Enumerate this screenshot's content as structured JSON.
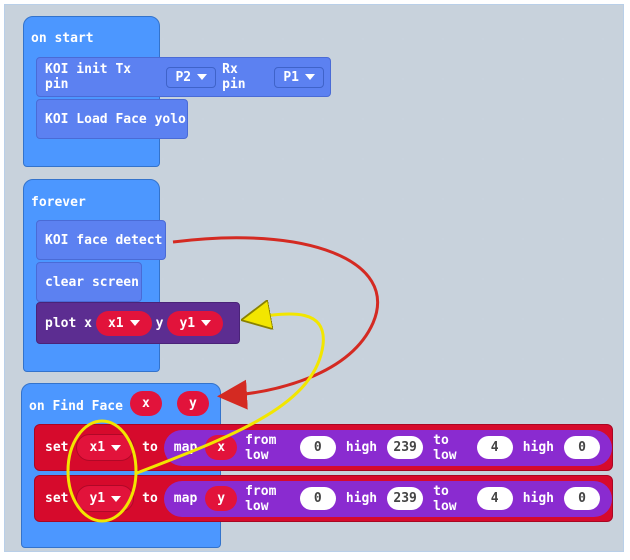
{
  "on_start": {
    "label": "on start",
    "init": {
      "text": "KOI init Tx pin",
      "tx": "P2",
      "rx_label": "Rx pin",
      "rx": "P1"
    },
    "load": "KOI Load Face yolo"
  },
  "forever": {
    "label": "forever",
    "detect": "KOI face detect",
    "clear": "clear screen",
    "plot": {
      "text": "plot x",
      "x": "x1",
      "y_label": "y",
      "y": "y1"
    }
  },
  "find_face": {
    "label": "on Find Face",
    "p1": "x",
    "p2": "y",
    "rows": [
      {
        "set": "set",
        "var": "x1",
        "to": "to",
        "map": "map",
        "arg": "x",
        "from_low": "from low",
        "v1": "0",
        "high": "high",
        "v2": "239",
        "to_low": "to low",
        "v3": "4",
        "high2": "high",
        "v4": "0"
      },
      {
        "set": "set",
        "var": "y1",
        "to": "to",
        "map": "map",
        "arg": "y",
        "from_low": "from low",
        "v1": "0",
        "high": "high",
        "v2": "239",
        "to_low": "to low",
        "v3": "4",
        "high2": "high",
        "v4": "0"
      }
    ]
  },
  "colors": {
    "event": "#4c97ff",
    "koi": "#5c81f1",
    "plot": "#5c2d91",
    "set": "#d60a2c",
    "map": "#8a2bd0",
    "red_arrow": "#d42a22",
    "yellow_arrow": "#f2e600"
  }
}
